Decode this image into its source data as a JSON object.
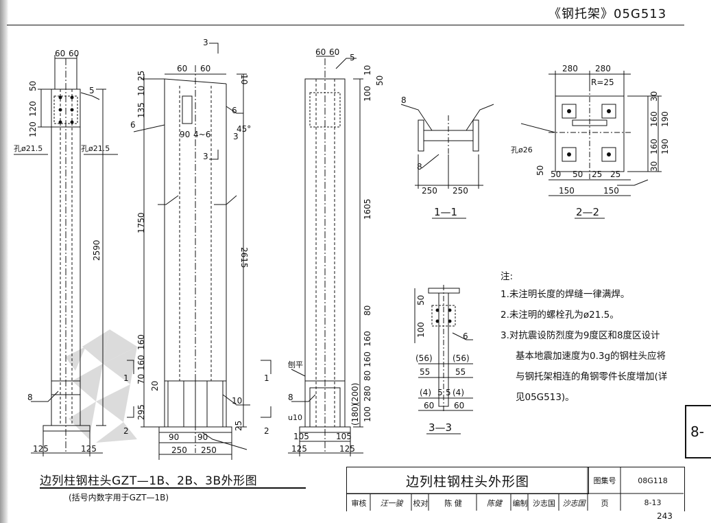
{
  "header": {
    "title": "《钢托架》05G513"
  },
  "views": {
    "v1": {
      "dims": [
        "60",
        "60",
        "50",
        "120",
        "120",
        "2590",
        "125",
        "125"
      ],
      "holes": [
        "孔ø21.5",
        "孔ø21.5"
      ],
      "marks": [
        "5",
        "8"
      ]
    },
    "v2": {
      "dims": [
        "60",
        "60",
        "25",
        "10",
        "135",
        "90",
        "4~6",
        "45°",
        "1750",
        "160",
        "160",
        "70",
        "20",
        "295",
        "90",
        "90",
        "250",
        "250",
        "10",
        "2615",
        "25"
      ],
      "marks": [
        "6",
        "6",
        "3",
        "3",
        "3",
        "1",
        "1",
        "2",
        "2",
        "10"
      ]
    },
    "v3": {
      "dims": [
        "60",
        "60",
        "10",
        "50",
        "100",
        "1605",
        "80",
        "160",
        "160",
        "80",
        "280",
        "(200)",
        "(180)",
        "100",
        "105",
        "105",
        "125",
        "125"
      ],
      "marks": [
        "5",
        "8",
        "刨平",
        "u10"
      ]
    }
  },
  "sections": {
    "s11": {
      "label": "1—1",
      "dims": [
        "250",
        "250"
      ],
      "marks": [
        "8",
        "8"
      ]
    },
    "s22": {
      "label": "2—2",
      "dims": [
        "280",
        "280",
        "R=25",
        "30",
        "160",
        "190",
        "160",
        "190",
        "30",
        "50",
        "50",
        "25",
        "25",
        "150",
        "150"
      ],
      "hole": "孔ø26",
      "marks": [
        "50"
      ]
    },
    "s33": {
      "label": "3—3",
      "dims": [
        "50",
        "100",
        "(56)",
        "(56)",
        "55",
        "55",
        "(4)",
        "5",
        "5",
        "(4)",
        "60",
        "60"
      ],
      "marks": [
        "6"
      ]
    }
  },
  "notes": {
    "title": "注:",
    "items": [
      "1.未注明长度的焊缝一律满焊。",
      "2.未注明的螺栓孔为ø21.5。",
      "3.对抗震设防烈度为9度区和8度区设计",
      "基本地震加速度为0.3g的钢柱头应将",
      "与钢托架相连的角钢零件长度增加(详",
      "见05G513)。"
    ]
  },
  "caption": {
    "main": "边列柱钢柱头GZT—1B、2B、3B外形图",
    "sub": "(括号内数字用于GZT—1B)"
  },
  "title_block": {
    "title": "边列柱钢柱头外形图",
    "atlas_label": "图集号",
    "atlas_no": "08G118",
    "reviewer_label": "审核",
    "reviewer": "汪一骏",
    "reviewer_sign": "汪一骏",
    "checker_label": "校对",
    "checker": "陈 健",
    "checker_sign": "陈健",
    "designer_label": "编制",
    "designer": "沙志国",
    "designer_sign": "沙志国",
    "page_label": "页",
    "page_no": "8-13"
  },
  "side_tab": "8-",
  "page_number": "243"
}
